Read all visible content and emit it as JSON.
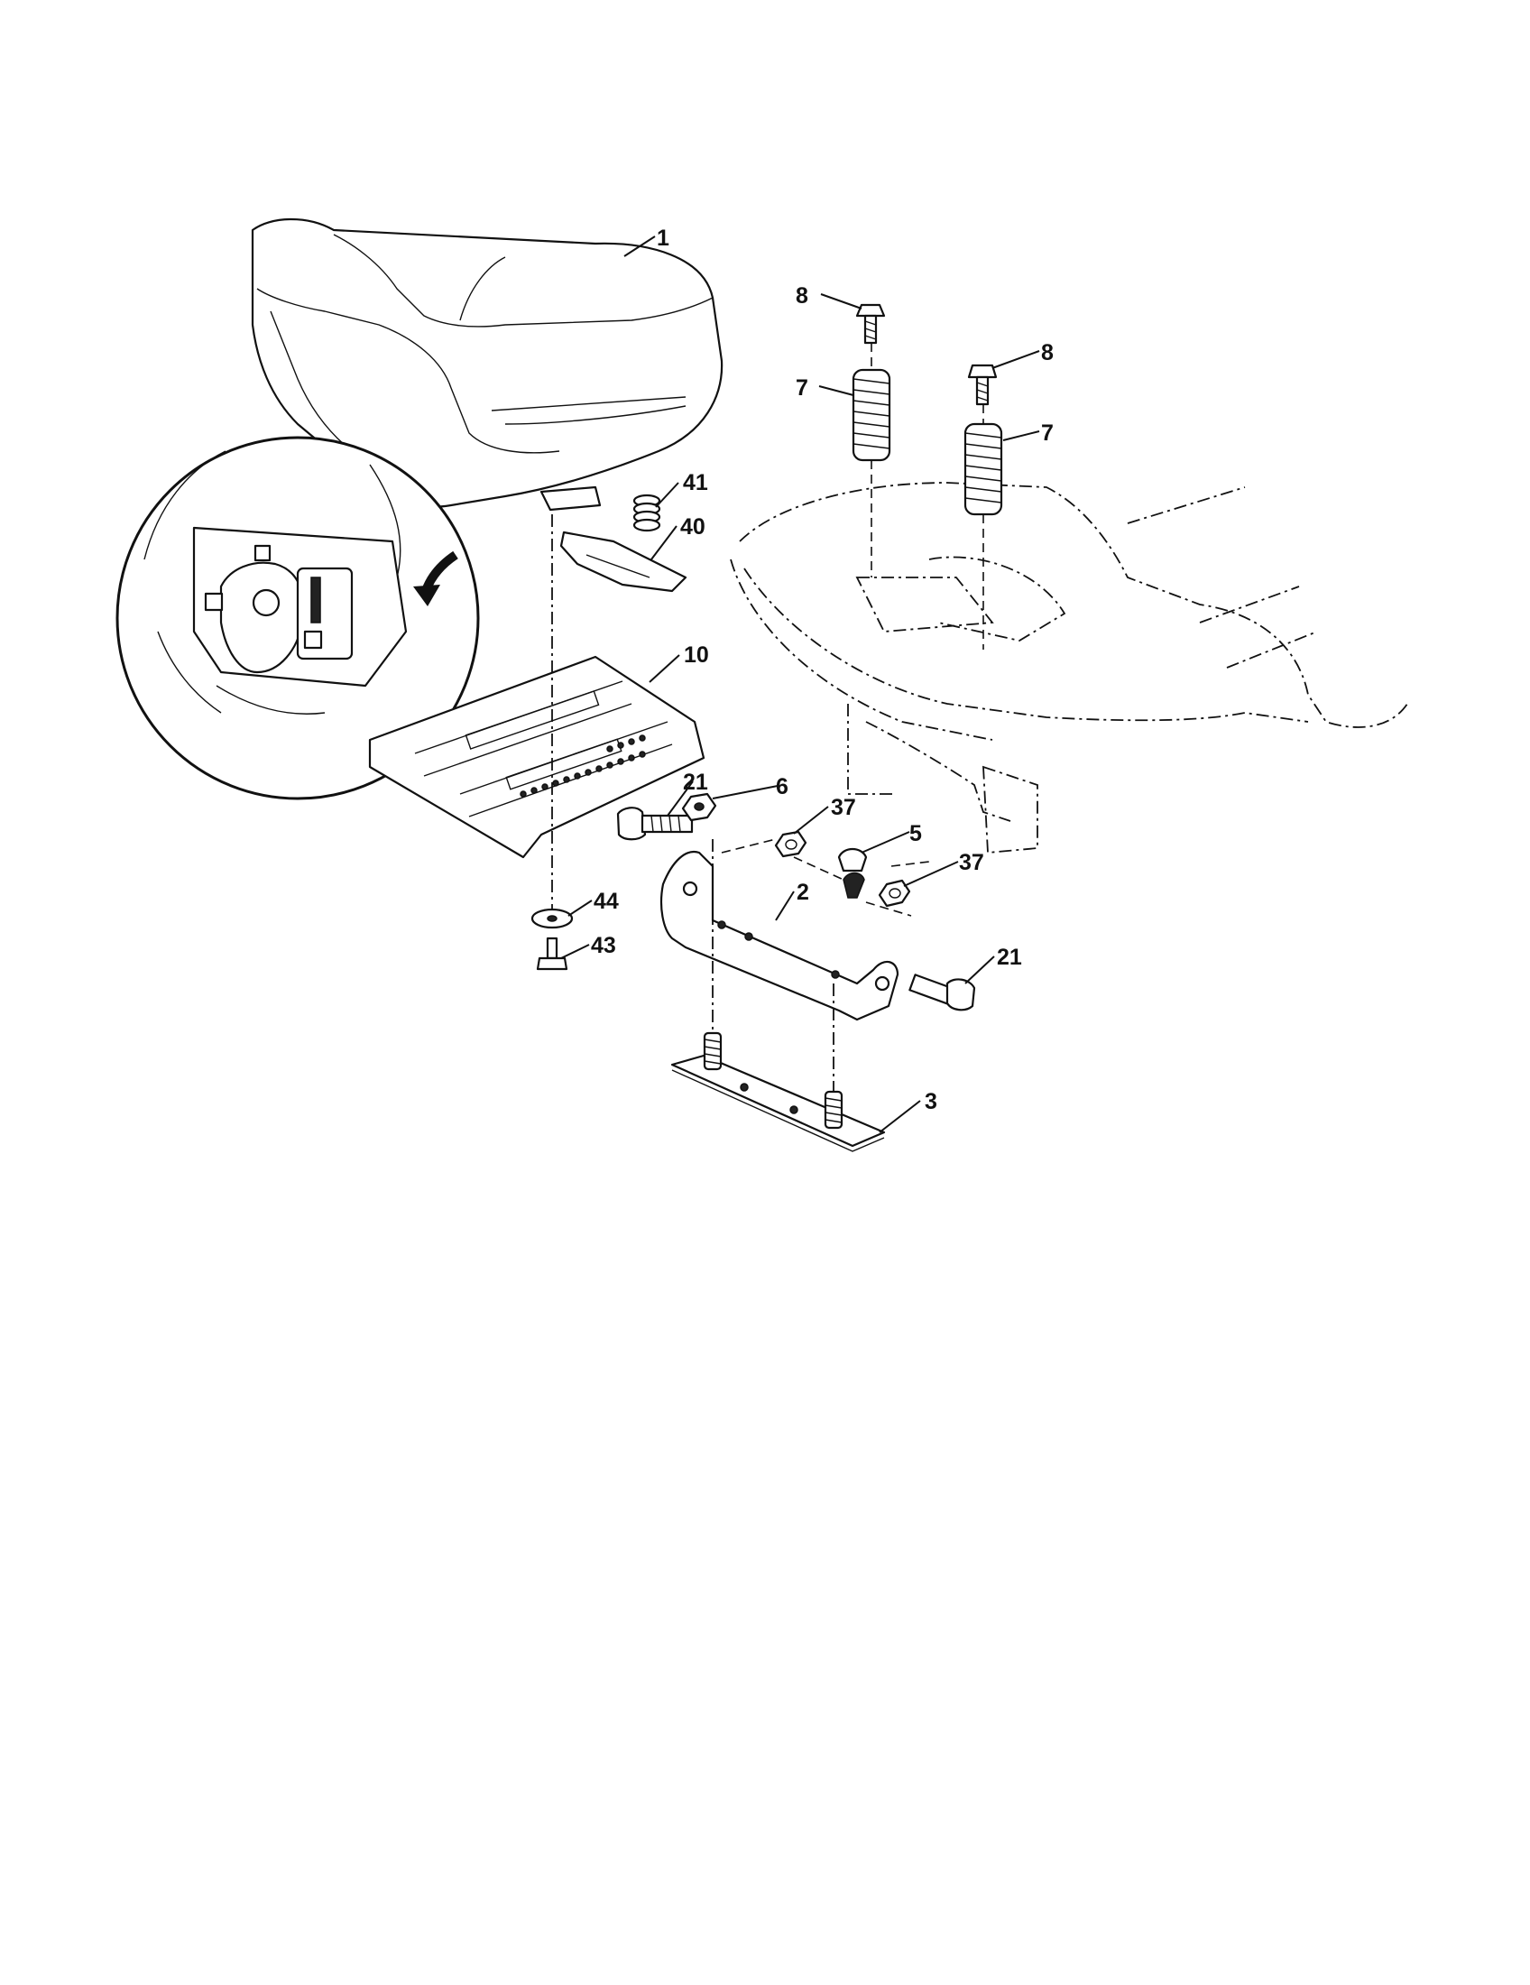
{
  "diagram": {
    "callouts": {
      "c1": "1",
      "c8a": "8",
      "c8b": "8",
      "c7a": "7",
      "c7b": "7",
      "c41": "41",
      "c40": "40",
      "c10": "10",
      "c21a": "21",
      "c6": "6",
      "c37a": "37",
      "c5": "5",
      "c37b": "37",
      "c2": "2",
      "c44": "44",
      "c43": "43",
      "c21b": "21",
      "c3": "3"
    }
  }
}
